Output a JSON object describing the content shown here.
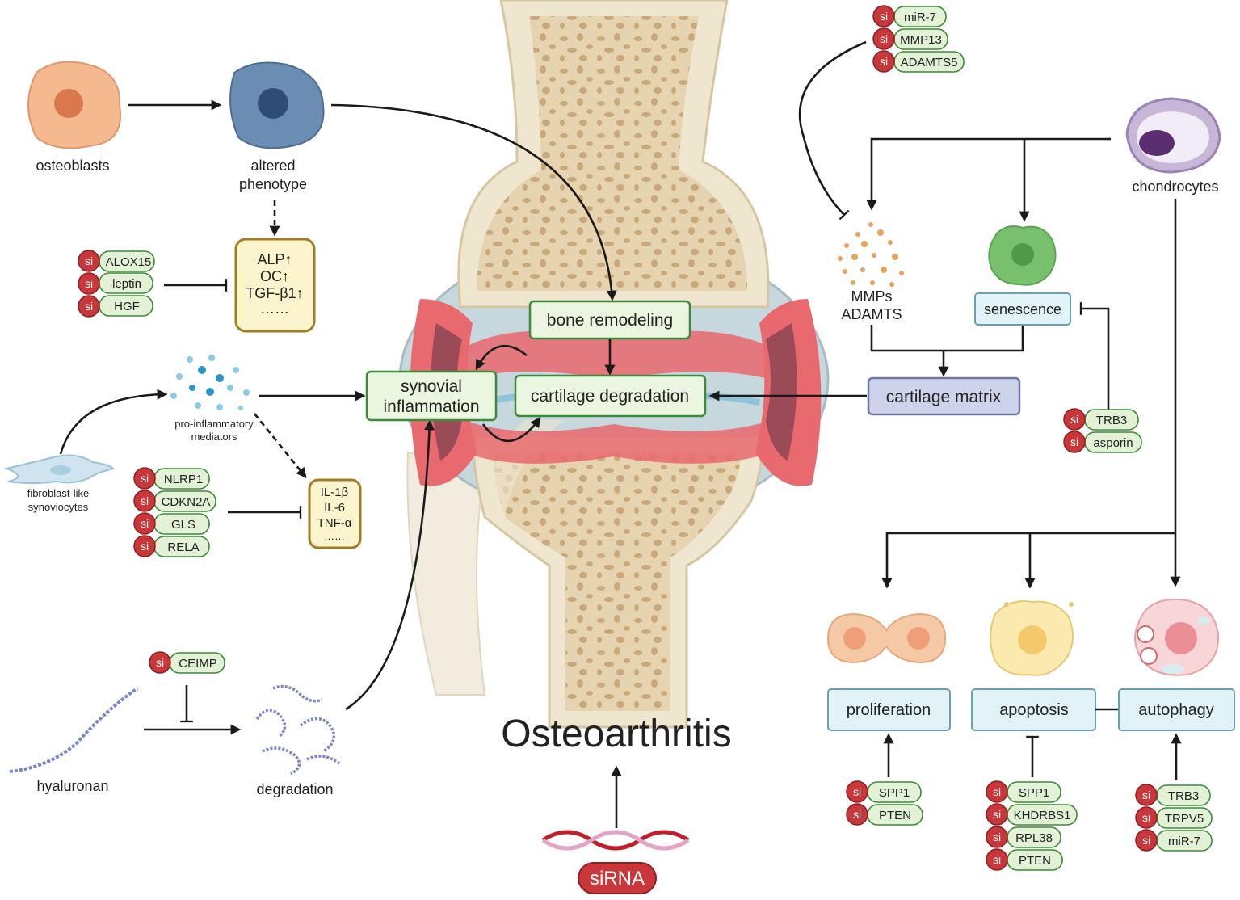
{
  "title": "Osteoarthritis",
  "sirna_label": "siRNA",
  "si_prefix": "si",
  "cells": {
    "osteoblasts": "osteoblasts",
    "altered_phenotype_1": "altered",
    "altered_phenotype_2": "phenotype",
    "fls_1": "fibroblast-like",
    "fls_2": "synoviocytes",
    "pro_inflam_1": "pro-inflammatory",
    "pro_inflam_2": "mediators",
    "hyaluronan": "hyaluronan",
    "degradation": "degradation",
    "chondrocytes": "chondrocytes",
    "mmps_1": "MMPs",
    "mmps_2": "ADAMTS"
  },
  "markers_bone": [
    "ALP↑",
    "OC↑",
    "TGF-β1↑",
    "……"
  ],
  "markers_inflam": [
    "IL-1β",
    "IL-6",
    "TNF-α",
    "……"
  ],
  "processes": {
    "bone_remodeling": "bone remodeling",
    "synovial_1": "synovial",
    "synovial_2": "inflammation",
    "cartilage_degradation": "cartilage degradation",
    "cartilage_matrix": "cartilage matrix",
    "senescence": "senescence",
    "proliferation": "proliferation",
    "apoptosis": "apoptosis",
    "autophagy": "autophagy"
  },
  "targets": {
    "osteoblast_markers": [
      "ALOX15",
      "leptin",
      "HGF"
    ],
    "inflam_mediators": [
      "NLRP1",
      "CDKN2A",
      "GLS",
      "RELA"
    ],
    "hyaluronan": [
      "CEIMP"
    ],
    "mmps": [
      "miR-7",
      "MMP13",
      "ADAMTS5"
    ],
    "senescence": [
      "TRB3",
      "asporin"
    ],
    "proliferation": [
      "SPP1",
      "PTEN"
    ],
    "apoptosis": [
      "SPP1",
      "KHDRBS1",
      "RPL38",
      "PTEN"
    ],
    "autophagy": [
      "TRB3",
      "TRPV5",
      "miR-7"
    ]
  },
  "colors": {
    "osteoblast": "#f4b98f",
    "altered_cell": "#6b8db3",
    "chondrocyte": "#c8b6d8",
    "senescent_cell": "#78c06e",
    "si_red": "#c8373a",
    "process_green": "#eaf6df",
    "process_blue": "#e2f3f8",
    "matrix_purple": "#cdd3ea",
    "bone": "#e6d9bc",
    "cartilage_red": "#e8696e"
  },
  "icons": [
    "osteoblast-cell-icon",
    "altered-cell-icon",
    "fibroblast-icon",
    "mediator-dots-icon",
    "hyaluronan-chain-icon",
    "chondrocyte-icon",
    "mmp-dots-icon",
    "senescent-cell-icon",
    "dividing-cell-icon",
    "apoptotic-cell-icon",
    "autophagic-cell-icon",
    "sirna-helix-icon",
    "knee-joint-icon"
  ]
}
